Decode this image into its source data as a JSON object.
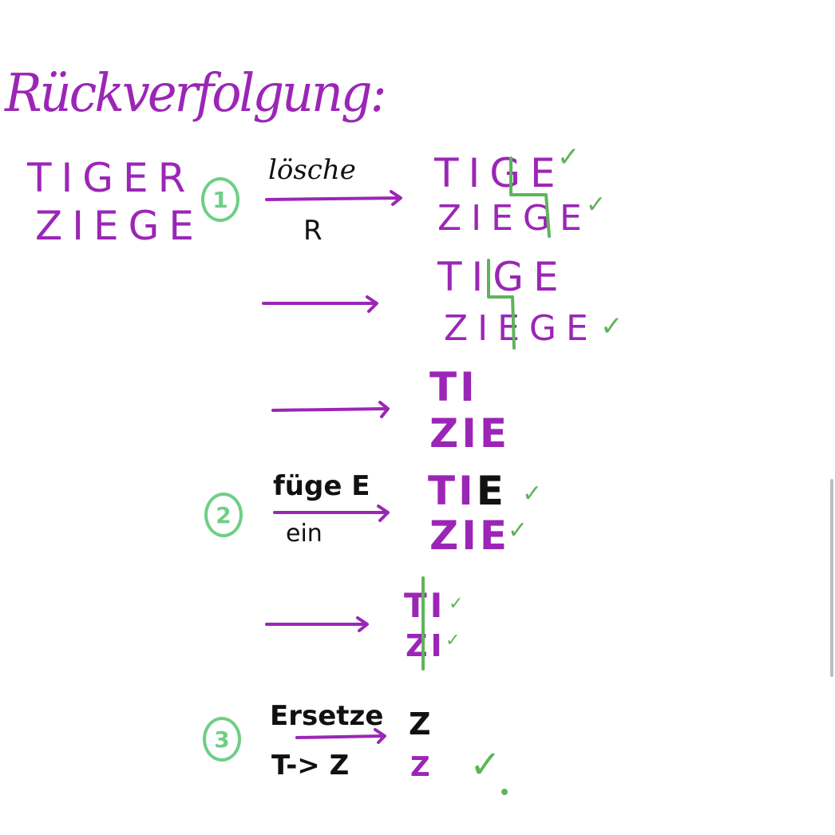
{
  "title": "Rückverfolgung:",
  "start": {
    "top": "TIGER",
    "bottom": "ZIEGE"
  },
  "steps": [
    {
      "number": "1",
      "label_top": "lösche",
      "label_bottom": "R",
      "top": "TIGE",
      "bottom": "ZIEGE"
    },
    {
      "top": "TIGE",
      "bottom": "ZIEGE"
    },
    {
      "top": "TI",
      "bottom": "ZIE"
    },
    {
      "number": "2",
      "label_top": "füge E",
      "label_bottom": "ein",
      "top_a": "TI",
      "top_b": "E",
      "bottom": "ZIE"
    },
    {
      "top": "TI",
      "bottom": "ZI"
    },
    {
      "number": "3",
      "label_top": "Ersetze",
      "label_bottom": "T-> Z",
      "top": "Z",
      "bottom": "Z"
    }
  ],
  "checkmark": "✓",
  "colors": {
    "ink_purple": "#9b26b6",
    "ink_black": "#111111",
    "ink_green": "#5eb45a",
    "circle_green": "#6ecf86"
  }
}
